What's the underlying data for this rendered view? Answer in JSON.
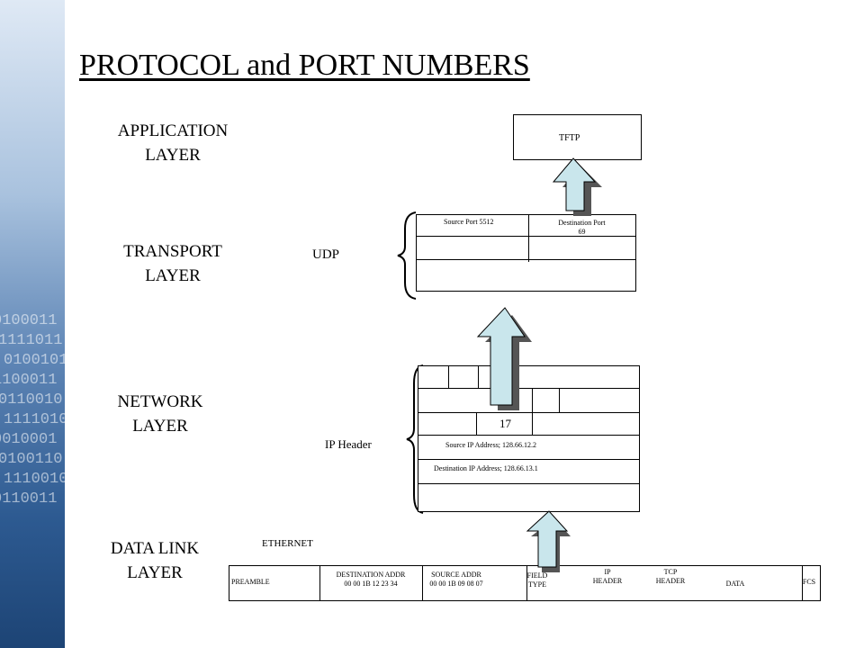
{
  "title": "PROTOCOL and PORT NUMBERS",
  "layers": {
    "application": [
      "APPLICATION",
      "LAYER"
    ],
    "transport": [
      "TRANSPORT",
      "LAYER"
    ],
    "network": [
      "NETWORK",
      "LAYER"
    ],
    "datalink": [
      "DATA LINK",
      "LAYER"
    ]
  },
  "application_box": {
    "label": "TFTP"
  },
  "udp": {
    "label": "UDP",
    "source_port": "Source Port 5512",
    "destination_port": [
      "Destination Port",
      "69"
    ]
  },
  "ip": {
    "label": "IP Header",
    "protocol_value": "17",
    "source_ip": "Source IP Address; 128.66.12.2",
    "destination_ip": "Destination IP Address; 128.66.13.1"
  },
  "ethernet": {
    "label": "ETHERNET",
    "fields": [
      {
        "lines": [
          "PREAMBLE"
        ]
      },
      {
        "lines": [
          "DESTINATION ADDR",
          "00 00 1B 12 23 34"
        ]
      },
      {
        "lines": [
          "SOURCE ADDR",
          "00 00 1B 09 08 07"
        ]
      },
      {
        "lines": [
          "FIELD",
          "TYPE"
        ]
      },
      {
        "lines": [
          "IP",
          "HEADER"
        ]
      },
      {
        "lines": [
          "TCP",
          "HEADER"
        ]
      },
      {
        "lines": [
          "DATA"
        ]
      },
      {
        "lines": [
          "FCS"
        ]
      }
    ]
  },
  "sidebar_digits": [
    "0100011",
    "1111011",
    "0100101",
    "1100011",
    "0110010",
    "1111010",
    "0010001",
    "0100110",
    "1110010",
    "0110011"
  ],
  "colors": {
    "arrow_fill": "#c9e6ec",
    "arrow_shadow": "#555555",
    "sidebar_dark": "#1d4475"
  }
}
